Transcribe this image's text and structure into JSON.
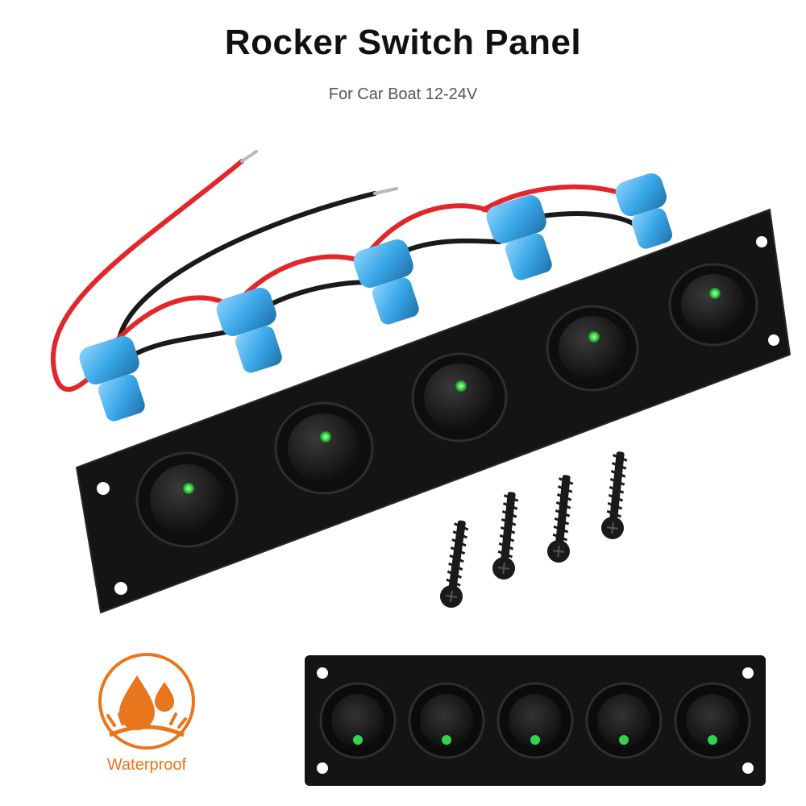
{
  "header": {
    "title": "Rocker Switch Panel",
    "subtitle": "For Car Boat 12-24V"
  },
  "badge": {
    "label": "Waterproof",
    "icon": "water-drops-icon",
    "color": "#e8761c"
  },
  "product": {
    "switch_count": 5,
    "screw_count": 4,
    "panel_color": "#141414",
    "indicator_color": "#34d44a",
    "connector_color": "#3aa8e8",
    "wire_red": "#e3262a",
    "wire_black": "#1a1a1a"
  }
}
